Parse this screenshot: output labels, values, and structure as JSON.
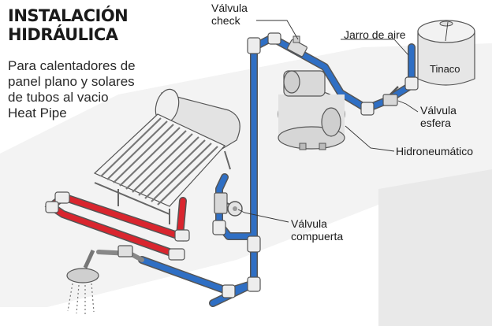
{
  "header": {
    "title_lines": [
      "INSTALACIÓN",
      "HIDRÁULICA"
    ],
    "subtitle_lines": [
      "Para calentadores de",
      "panel plano y solares",
      "de tubos al vacio",
      "Heat Pipe"
    ]
  },
  "labels": {
    "valvula_check": [
      "Válvula",
      "check"
    ],
    "jarro_de_aire": "Jarro de aire",
    "tinaco": "Tinaco",
    "valvula_esfera": [
      "Válvula",
      "esfera"
    ],
    "hidroneumatico": "Hidroneumático",
    "valvula_compuerta": [
      "Válvula",
      "compuerta"
    ]
  },
  "colors": {
    "cold_pipe": "#2f6fc4",
    "hot_pipe": "#d9252e",
    "fitting": "#e8e8e8",
    "outline": "#555555",
    "shadow": "#ececec"
  }
}
